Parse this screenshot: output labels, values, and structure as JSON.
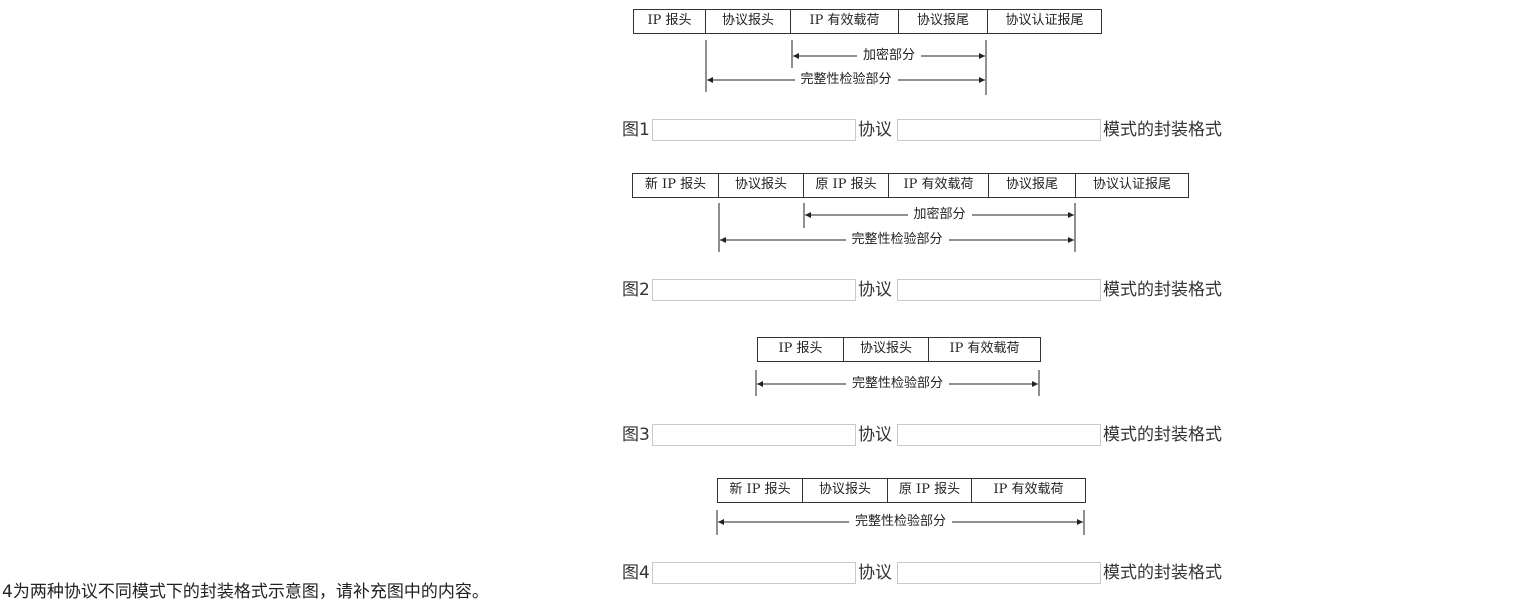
{
  "figures": [
    {
      "label": "图1",
      "cells": [
        "IP 报头",
        "协议报头",
        "IP 有效载荷",
        "协议报尾",
        "协议认证报尾"
      ],
      "encryption_label": "加密部分",
      "integrity_label": "完整性检验部分",
      "blank1": "",
      "middle_text": "协议",
      "blank2": "",
      "suffix_text": "模式的封装格式"
    },
    {
      "label": "图2",
      "cells": [
        "新 IP 报头",
        "协议报头",
        "原 IP 报头",
        "IP 有效载荷",
        "协议报尾",
        "协议认证报尾"
      ],
      "encryption_label": "加密部分",
      "integrity_label": "完整性检验部分",
      "blank1": "",
      "middle_text": "协议",
      "blank2": "",
      "suffix_text": "模式的封装格式"
    },
    {
      "label": "图3",
      "cells": [
        "IP 报头",
        "协议报头",
        "IP 有效载荷"
      ],
      "integrity_label": "完整性检验部分",
      "blank1": "",
      "middle_text": "协议",
      "blank2": "",
      "suffix_text": "模式的封装格式"
    },
    {
      "label": "图4",
      "cells": [
        "新 IP 报头",
        "协议报头",
        "原 IP 报头",
        "IP 有效载荷"
      ],
      "integrity_label": "完整性检验部分",
      "blank1": "",
      "middle_text": "协议",
      "blank2": "",
      "suffix_text": "模式的封装格式"
    }
  ],
  "question_text": "4为两种协议不同模式下的封装格式示意图，请补充图中的内容。"
}
